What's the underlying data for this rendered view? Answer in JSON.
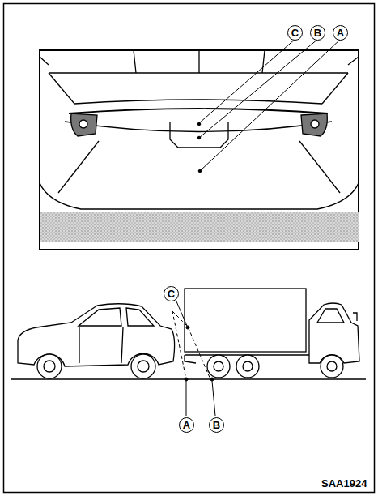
{
  "diagram": {
    "labels": [
      "C",
      "B",
      "A",
      "C",
      "A",
      "B",
      "SAA1924"
    ]
  }
}
